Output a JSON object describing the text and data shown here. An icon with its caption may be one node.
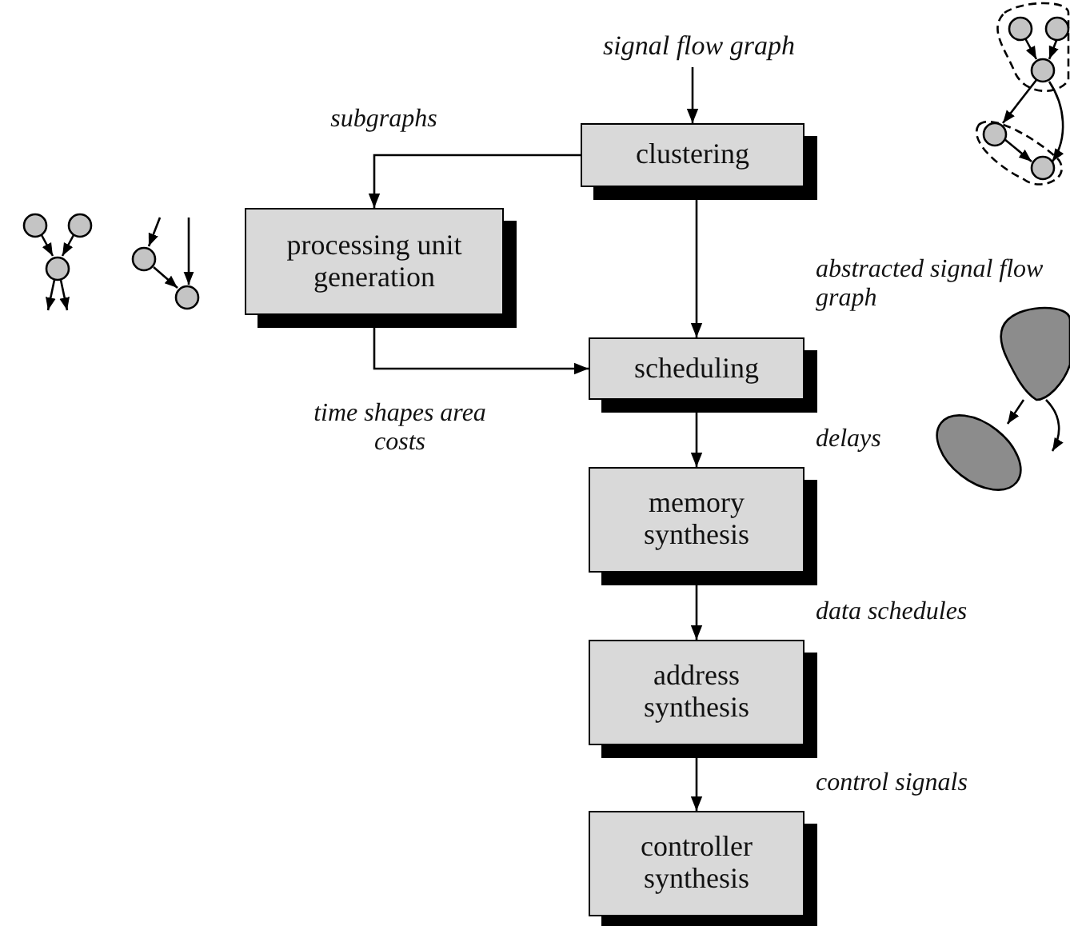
{
  "diagram": {
    "nodes": [
      {
        "text": [
          "signal flow graph"
        ]
      },
      {
        "text": [
          "clustering"
        ]
      },
      {
        "text": [
          "processing unit generation"
        ]
      },
      {
        "text": [
          "scheduling"
        ]
      },
      {
        "text": [
          "memory synthesis"
        ]
      },
      {
        "text": [
          "address synthesis"
        ]
      },
      {
        "text": [
          "controller synthesis"
        ]
      }
    ],
    "edges": [
      {
        "from": 0,
        "to": 1,
        "arrow": "to"
      },
      {
        "from": 1,
        "to": 2,
        "arrow": "to",
        "label": "subgraphs"
      },
      {
        "from": 1,
        "to": 3,
        "arrow": "to",
        "label": "abstracted signal flow graph"
      },
      {
        "from": 2,
        "to": 3,
        "arrow": "to",
        "label": "time shapes area costs"
      },
      {
        "from": 3,
        "to": 4,
        "arrow": "to",
        "label": "delays"
      },
      {
        "from": 4,
        "to": 5,
        "arrow": "to",
        "label": "data schedules"
      },
      {
        "from": 5,
        "to": 6,
        "arrow": "to",
        "label": "control signals"
      }
    ]
  }
}
